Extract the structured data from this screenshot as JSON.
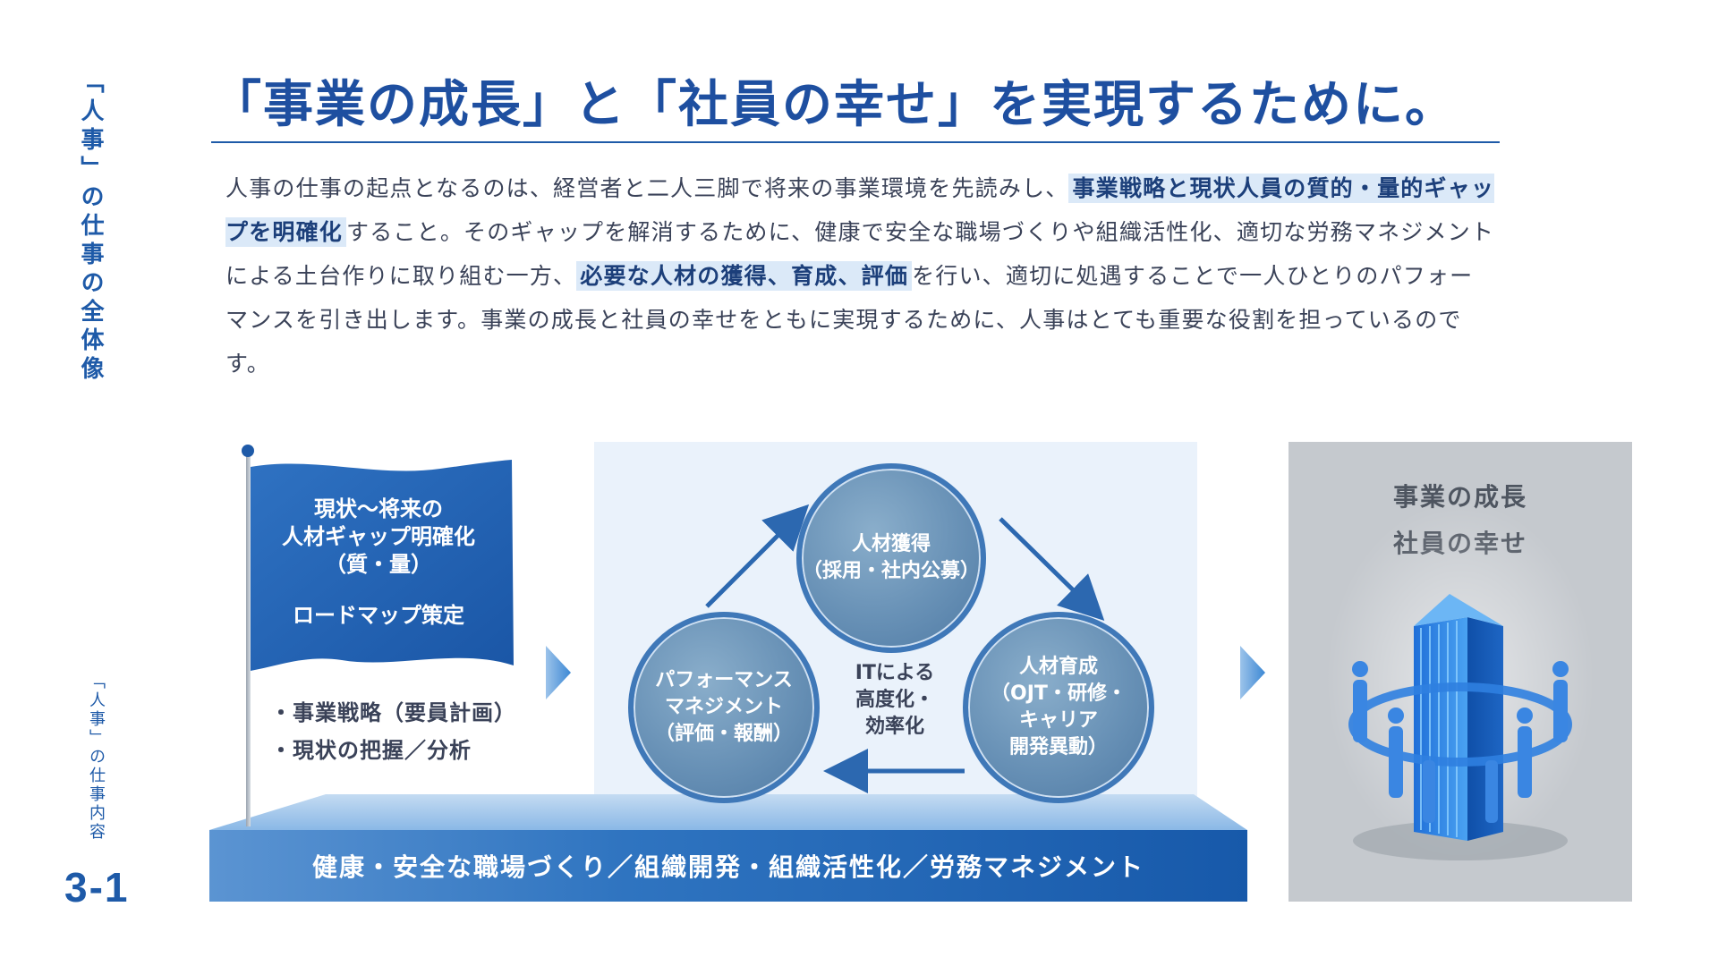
{
  "side": {
    "section_title": "「人事」の仕事の全体像",
    "section_sub": "「人事」の仕事内容",
    "page_number": "3-1"
  },
  "headline": "「事業の成長」と「社員の幸せ」を実現するために。",
  "intro": {
    "p1": "人事の仕事の起点となるのは、経営者と二人三脚で将来の事業環境を先読みし、",
    "h1": "事業戦略と現状人員の質的・量的ギャップを明確化",
    "p2": "すること。そのギャップを解消するために、健康で安全な職場づくりや組織活性化、適切な労務マネジメントによる土台作りに取り組む一方、",
    "h2": "必要な人材の獲得、育成、評価",
    "p3": "を行い、適切に処遇することで一人ひとりのパフォーマンスを引き出します。事業の成長と社員の幸せをともに実現するために、人事はとても重要な役割を担っているのです。"
  },
  "flag": {
    "line1": "現状〜将来の",
    "line2": "人材ギャップ明確化",
    "line3": "（質・量）",
    "roadmap": "ロードマップ策定"
  },
  "bullets": [
    "・事業戦略（要員計画）",
    "・現状の把握／分析"
  ],
  "cycle": {
    "acquire": [
      "人材獲得",
      "（採用・社内公募）"
    ],
    "develop": [
      "人材育成",
      "（OJT・研修・",
      "キャリア",
      "開発異動）"
    ],
    "performance": [
      "パフォーマンス",
      "マネジメント",
      "（評価・報酬）"
    ],
    "center": [
      "ITによる",
      "高度化・",
      "効率化"
    ]
  },
  "goal": [
    "事業の成長",
    "社員の幸せ"
  ],
  "base": "健康・安全な職場づくり／組織開発・組織活性化／労務マネジメント",
  "colors": {
    "brand_blue": "#1e5aa8",
    "highlight_bg": "#dbe9f8",
    "panel_light": "#eaf2fb",
    "panel_gray": "#c5c9ce"
  }
}
